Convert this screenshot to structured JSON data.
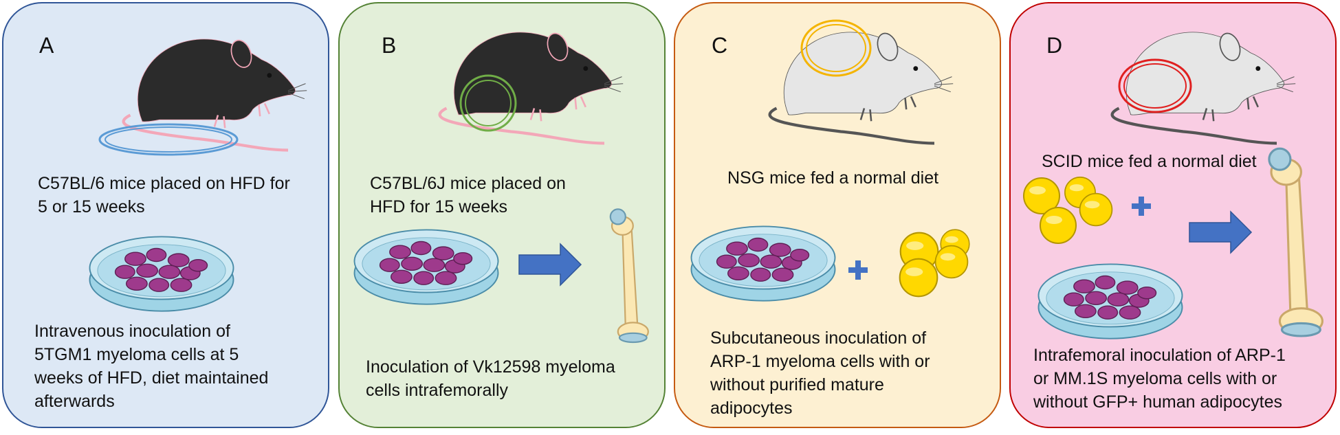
{
  "colors": {
    "panel_a_fill": "#dde8f5",
    "panel_a_border": "#2f5597",
    "panel_b_fill": "#e3efd9",
    "panel_b_border": "#548235",
    "panel_c_fill": "#fdf0d2",
    "panel_c_border": "#c55a11",
    "panel_d_fill": "#f9cde3",
    "panel_d_border": "#c00000",
    "arrow": "#4472c4",
    "plus": "#4472c4",
    "adipocyte": "#ffd800",
    "myeloma_cell": "#9e3a8c"
  },
  "icons": [
    "black-mouse-icon",
    "white-mouse-icon",
    "petri-dish-icon",
    "femur-bone-icon",
    "adipocyte-icon",
    "plus-icon",
    "right-arrow-icon",
    "inoculation-ring-icon"
  ],
  "panels": {
    "a": {
      "letter": "A",
      "mouse_text": [
        "C57BL/6 mice placed on HFD for",
        "5 or 15 weeks"
      ],
      "inoculation_text": [
        "Intravenous inoculation of",
        "5TGM1 myeloma cells at 5",
        "weeks of HFD, diet maintained",
        "afterwards"
      ]
    },
    "b": {
      "letter": "B",
      "mouse_text": [
        "C57BL/6J mice placed on",
        "HFD for 15 weeks"
      ],
      "inoculation_text": [
        "Inoculation of Vk12598 myeloma",
        "cells intrafemorally"
      ]
    },
    "c": {
      "letter": "C",
      "mouse_text": [
        "NSG mice fed a normal diet"
      ],
      "inoculation_text": [
        "Subcutaneous inoculation of",
        "ARP-1 myeloma cells with or",
        "without purified mature",
        "adipocytes"
      ]
    },
    "d": {
      "letter": "D",
      "mouse_text": [
        "SCID mice fed a normal diet"
      ],
      "inoculation_text": [
        "Intrafemoral inoculation of ARP-1",
        "or MM.1S myeloma cells with or",
        "without GFP+ human adipocytes"
      ]
    }
  }
}
